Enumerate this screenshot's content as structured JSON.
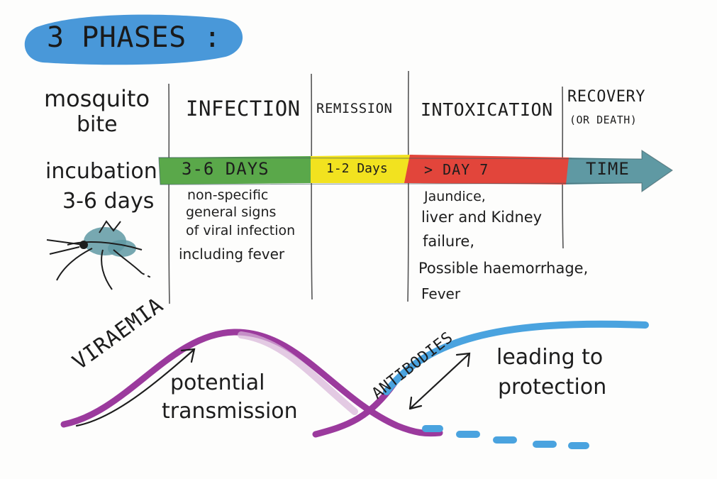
{
  "title": "3 PHASES :",
  "left": {
    "mosquito": "mosquito",
    "bite": "bite",
    "incubation": "incubation",
    "days": "3-6 days"
  },
  "phases": {
    "infection": "INFECTION",
    "remission": "REMISSION",
    "intoxication": "INTOXICATION",
    "recovery_1": "RECOVERY",
    "recovery_2": "(OR DEATH)"
  },
  "arrow": {
    "seg1": "3-6 DAYS",
    "seg2": "1-2 Days",
    "seg3": "> DAY 7",
    "seg4": "TIME"
  },
  "infection_notes": [
    "non-specific",
    "general signs",
    "of viral infection",
    "including fever"
  ],
  "intoxication_notes": [
    "Jaundice,",
    "liver and Kidney",
    "failure,",
    "Possible haemorrhage,",
    "Fever"
  ],
  "curves": {
    "viraemia": "VIRAEMIA",
    "antibodies": "ANTIBODIES",
    "potential_1": "potential",
    "potential_2": "transmission",
    "leading_1": "leading to",
    "leading_2": "protection"
  },
  "colors": {
    "title_blob": "#3a8fd6",
    "green": "#5aa84a",
    "yellow": "#f2e21f",
    "red": "#e2453b",
    "teal": "#5f99a3",
    "viraemia": "#9b3a9d",
    "antibodies": "#4aa3df"
  }
}
